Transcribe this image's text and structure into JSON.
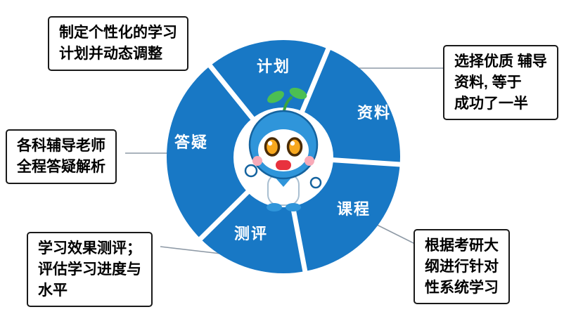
{
  "colors": {
    "wheel_blue": "#1878c5",
    "segment_label": "#ffffff",
    "box_border": "#1a1a1a",
    "connector": "#8e9aa6",
    "mascot_hood_blue": "#2f95da",
    "sprout_green": "#4cbf52",
    "mouth_red": "#e8323e",
    "cheek_pink": "#f8aab8",
    "eye_amber": "#f8a81e"
  },
  "wheel": {
    "segments": [
      {
        "id": "plan",
        "label": "计划"
      },
      {
        "id": "materials",
        "label": "资料"
      },
      {
        "id": "course",
        "label": "课程"
      },
      {
        "id": "assessment",
        "label": "测评"
      },
      {
        "id": "qa",
        "label": "答疑"
      }
    ]
  },
  "callouts": [
    {
      "id": "plan",
      "text": "制定个性化的学习\n计划并动态调整"
    },
    {
      "id": "materials",
      "text": "选择优质 辅导\n资料, 等于\n成功了一半"
    },
    {
      "id": "qa",
      "text": "各科辅导老师\n全程答疑解析"
    },
    {
      "id": "assessment",
      "text": "学习效果测评；\n评估学习进度与\n水平"
    },
    {
      "id": "course",
      "text": "根据考研大\n纲进行针对\n性系统学习"
    }
  ],
  "icons": {
    "mascot": "sprout-mascot-illustration"
  }
}
